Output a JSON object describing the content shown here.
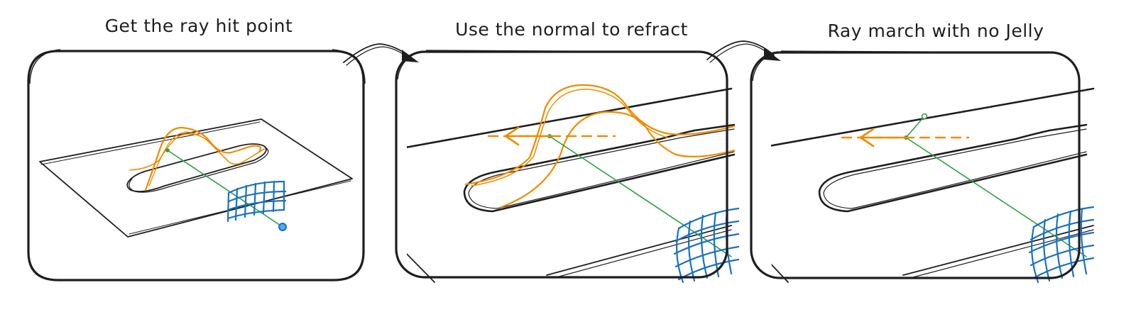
{
  "panels": [
    {
      "caption": "Get the ray hit point"
    },
    {
      "caption": "Use the normal to refract"
    },
    {
      "caption": "Ray march with no Jelly"
    }
  ],
  "colors": {
    "ink": "#1e1e1e",
    "jelly": "#f08c00",
    "ray": "#2f9e44",
    "mesh": "#1971c2"
  },
  "icons": {
    "connector": "curved-arrow",
    "refraction": "left-arrow"
  }
}
